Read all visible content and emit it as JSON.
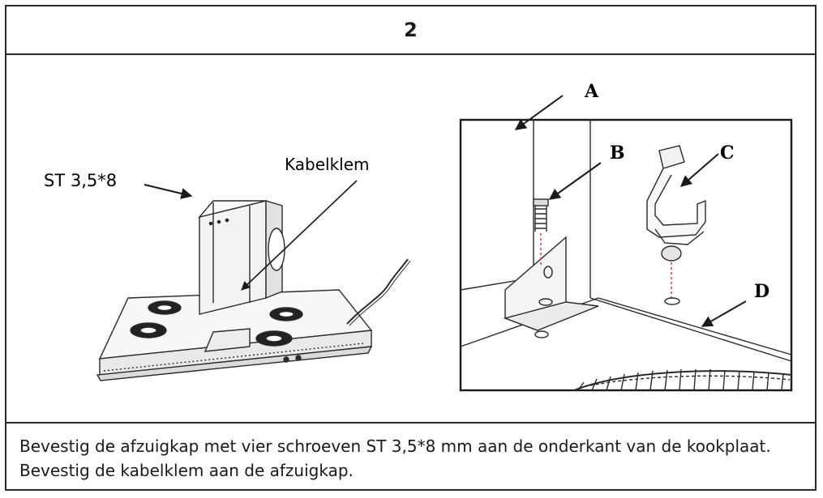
{
  "header": {
    "step_number": "2"
  },
  "illustration": {
    "overview": {
      "screw_label": "ST 3,5*8",
      "clamp_label": "Kabelklem"
    },
    "detail": {
      "label_a": "A",
      "label_b": "B",
      "label_c": "C",
      "label_d": "D"
    }
  },
  "caption": {
    "text": "Bevestig de afzuigkap met vier schroeven ST 3,5*8 mm aan de onderkant van de kookplaat. Bevestig de kabelklem aan de afzuigkap."
  }
}
